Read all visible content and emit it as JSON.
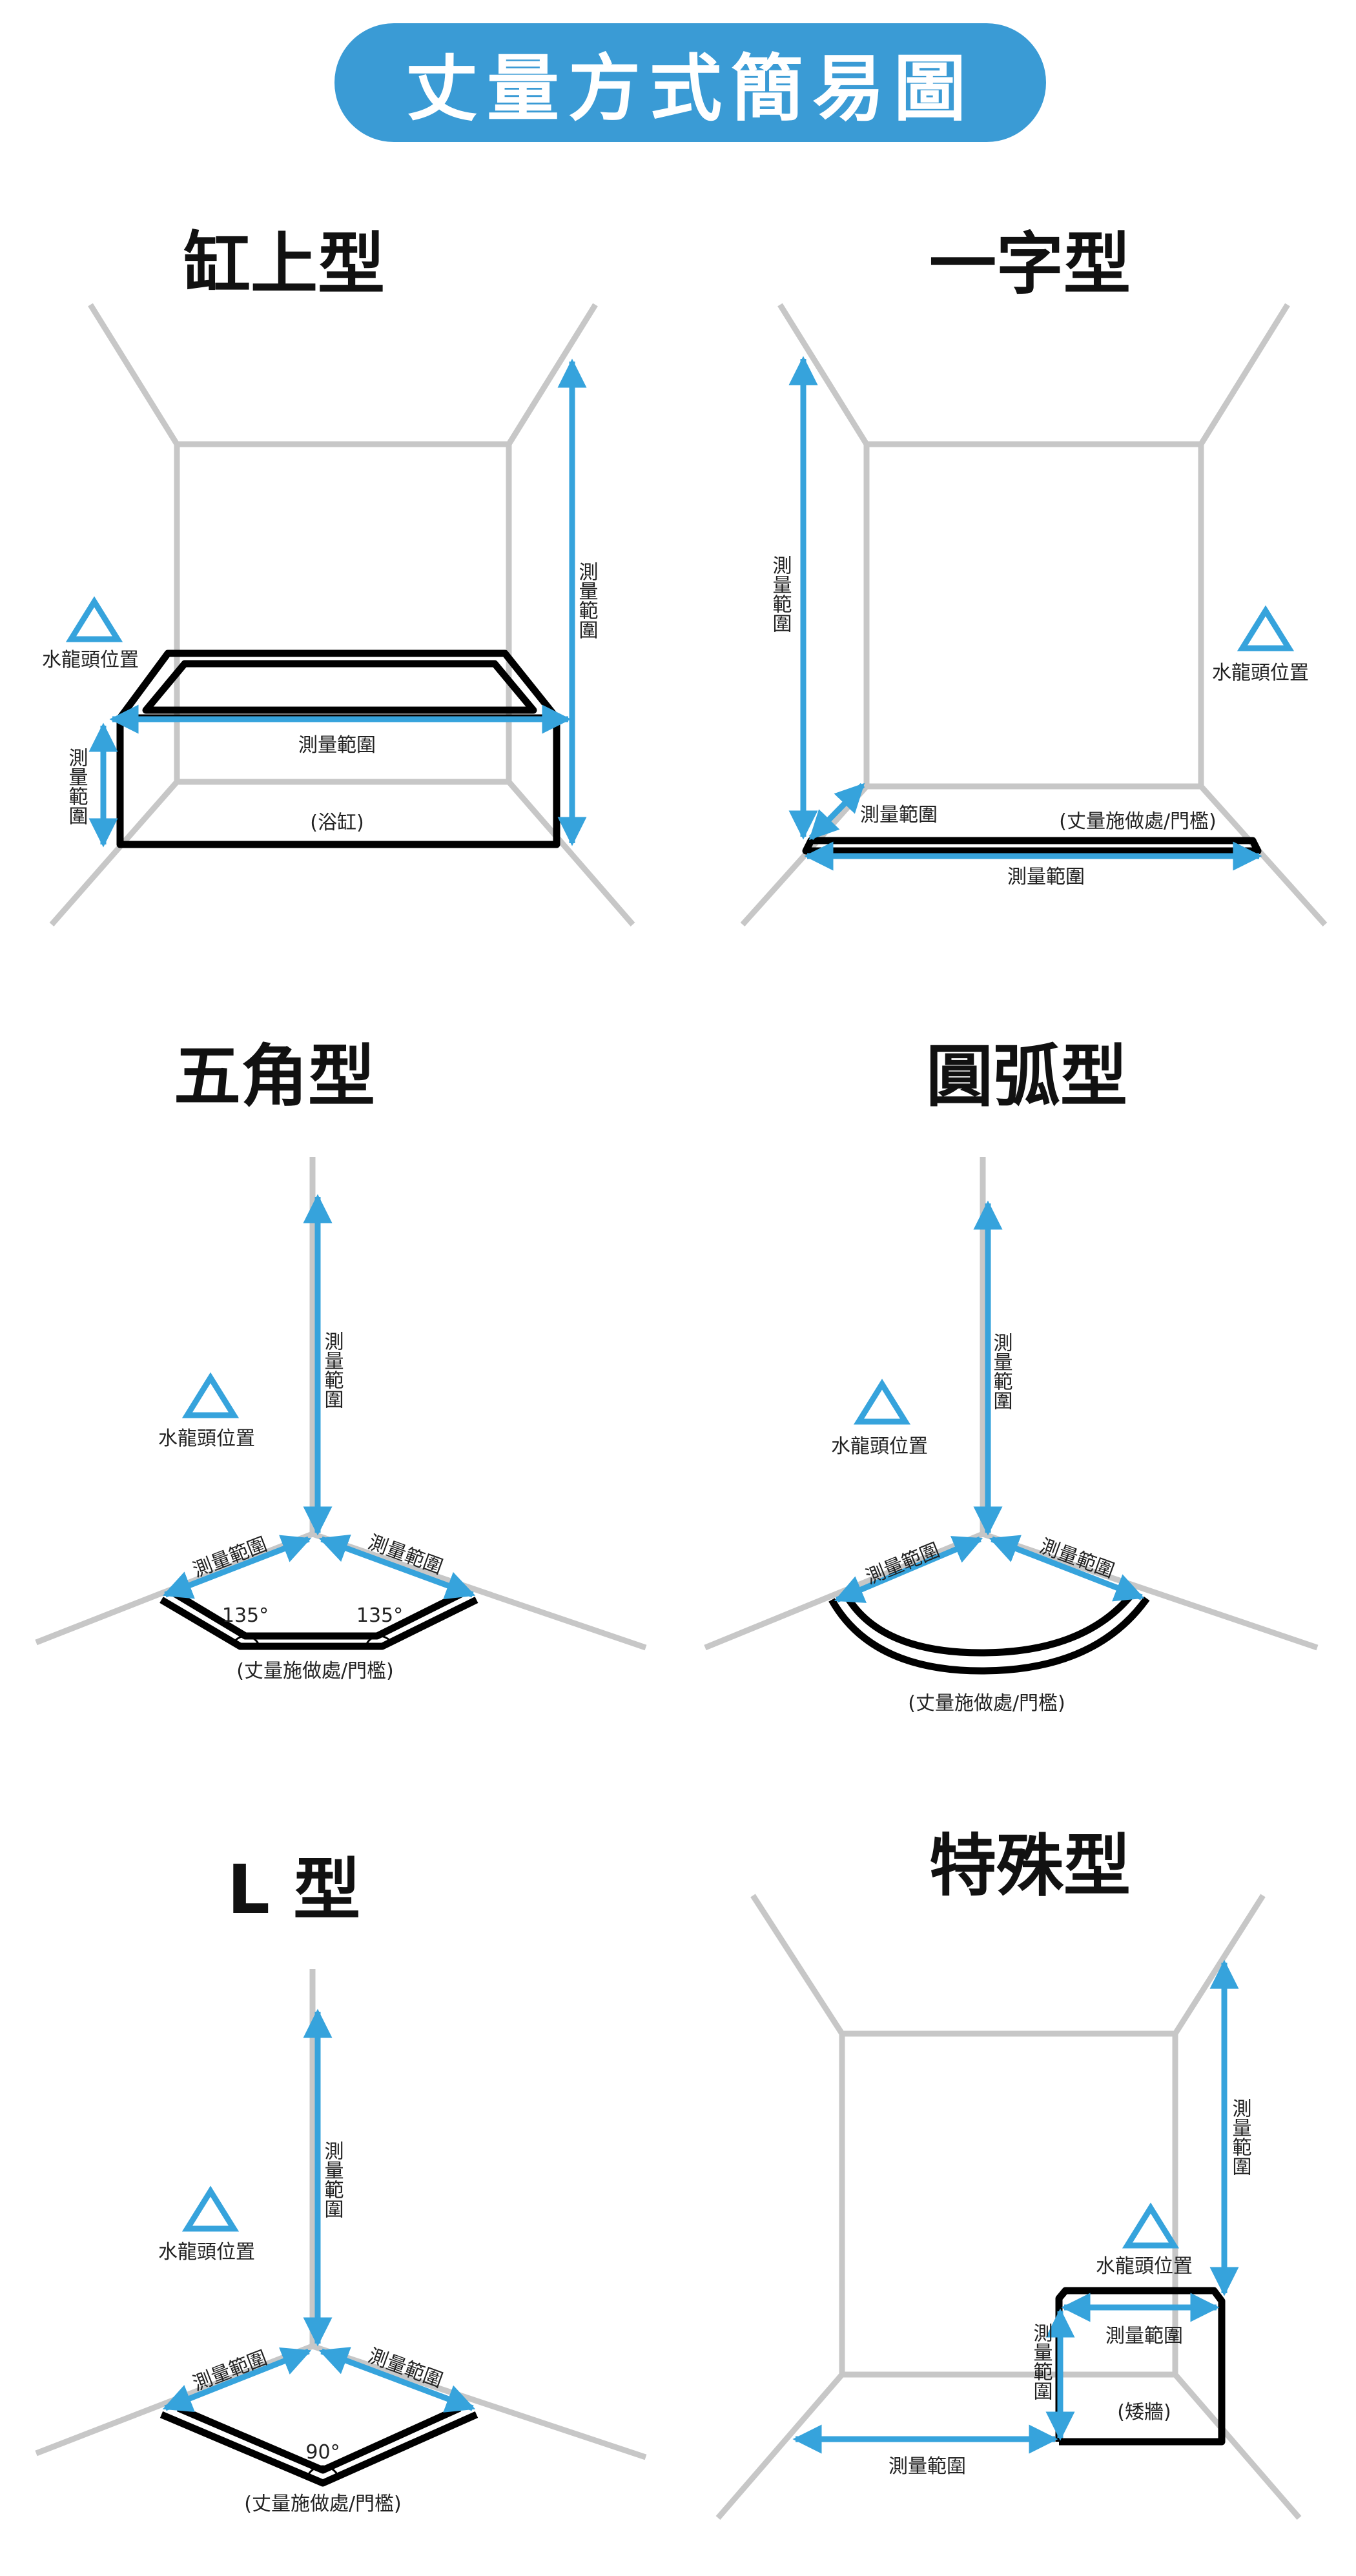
{
  "banner_title": "丈量方式簡易圖",
  "labels": {
    "measure_range": "測量範圍",
    "faucet_position": "水龍頭位置",
    "install_threshold": "(丈量施做處/門檻)",
    "bathtub": "(浴缸)",
    "low_wall": "(矮牆)",
    "angle_135": "135°",
    "angle_90": "90°"
  },
  "panels": [
    {
      "id": "on-tub",
      "title": "缸上型"
    },
    {
      "id": "straight",
      "title": "一字型"
    },
    {
      "id": "pentagon",
      "title": "五角型"
    },
    {
      "id": "arc",
      "title": "圓弧型"
    },
    {
      "id": "l-shape",
      "title": "L 型"
    },
    {
      "id": "special",
      "title": "特殊型"
    }
  ],
  "colors": {
    "accent_blue": "#3a9bd5",
    "arrow_blue": "#36a3dc",
    "wall_gray": "#c7c7c7",
    "outline_black": "#000000"
  }
}
